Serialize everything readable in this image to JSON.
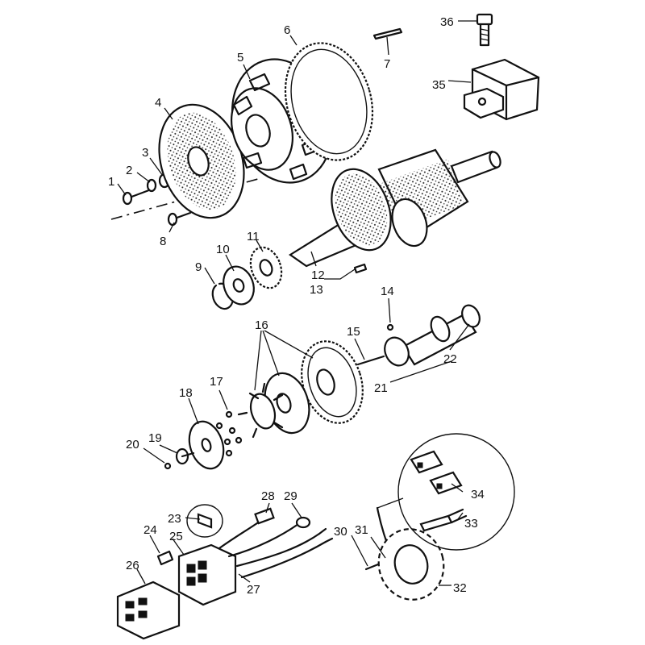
{
  "callouts": [
    {
      "n": "1"
    },
    {
      "n": "2"
    },
    {
      "n": "3"
    },
    {
      "n": "4"
    },
    {
      "n": "5"
    },
    {
      "n": "6"
    },
    {
      "n": "7"
    },
    {
      "n": "8"
    },
    {
      "n": "9"
    },
    {
      "n": "10"
    },
    {
      "n": "11"
    },
    {
      "n": "12"
    },
    {
      "n": "13"
    },
    {
      "n": "14"
    },
    {
      "n": "15"
    },
    {
      "n": "16"
    },
    {
      "n": "17"
    },
    {
      "n": "18"
    },
    {
      "n": "19"
    },
    {
      "n": "20"
    },
    {
      "n": "21"
    },
    {
      "n": "22"
    },
    {
      "n": "23"
    },
    {
      "n": "24"
    },
    {
      "n": "25"
    },
    {
      "n": "26"
    },
    {
      "n": "27"
    },
    {
      "n": "28"
    },
    {
      "n": "29"
    },
    {
      "n": "30"
    },
    {
      "n": "31"
    },
    {
      "n": "32"
    },
    {
      "n": "33"
    },
    {
      "n": "34"
    },
    {
      "n": "35"
    },
    {
      "n": "36"
    }
  ]
}
